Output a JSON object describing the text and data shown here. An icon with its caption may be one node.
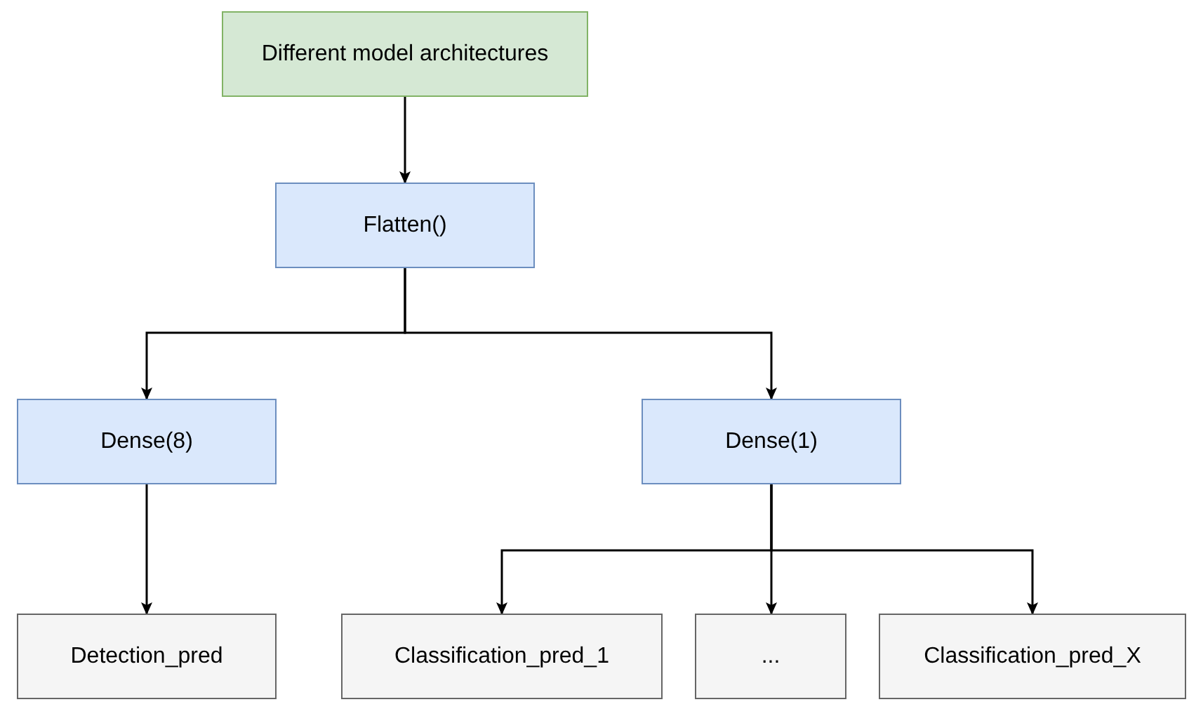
{
  "diagram": {
    "nodes": [
      {
        "text": [
          "Different model architectures"
        ]
      },
      {
        "text": [
          "Flatten()"
        ]
      },
      {
        "text": [
          "Dense(8)"
        ]
      },
      {
        "text": [
          "Dense(1)"
        ]
      },
      {
        "text": [
          "Detection_pred"
        ]
      },
      {
        "text": [
          "Classification_pred_1"
        ]
      },
      {
        "text": [
          "..."
        ]
      },
      {
        "text": [
          "Classification_pred_X"
        ]
      }
    ],
    "edges": [
      {
        "from": 0,
        "to": 1,
        "arrow": "to"
      },
      {
        "from": 1,
        "to": 2,
        "arrow": "to"
      },
      {
        "from": 1,
        "to": 3,
        "arrow": "to"
      },
      {
        "from": 2,
        "to": 4,
        "arrow": "to"
      },
      {
        "from": 3,
        "to": 5,
        "arrow": "to"
      },
      {
        "from": 3,
        "to": 6,
        "arrow": "to"
      },
      {
        "from": 3,
        "to": 7,
        "arrow": "to"
      }
    ]
  }
}
